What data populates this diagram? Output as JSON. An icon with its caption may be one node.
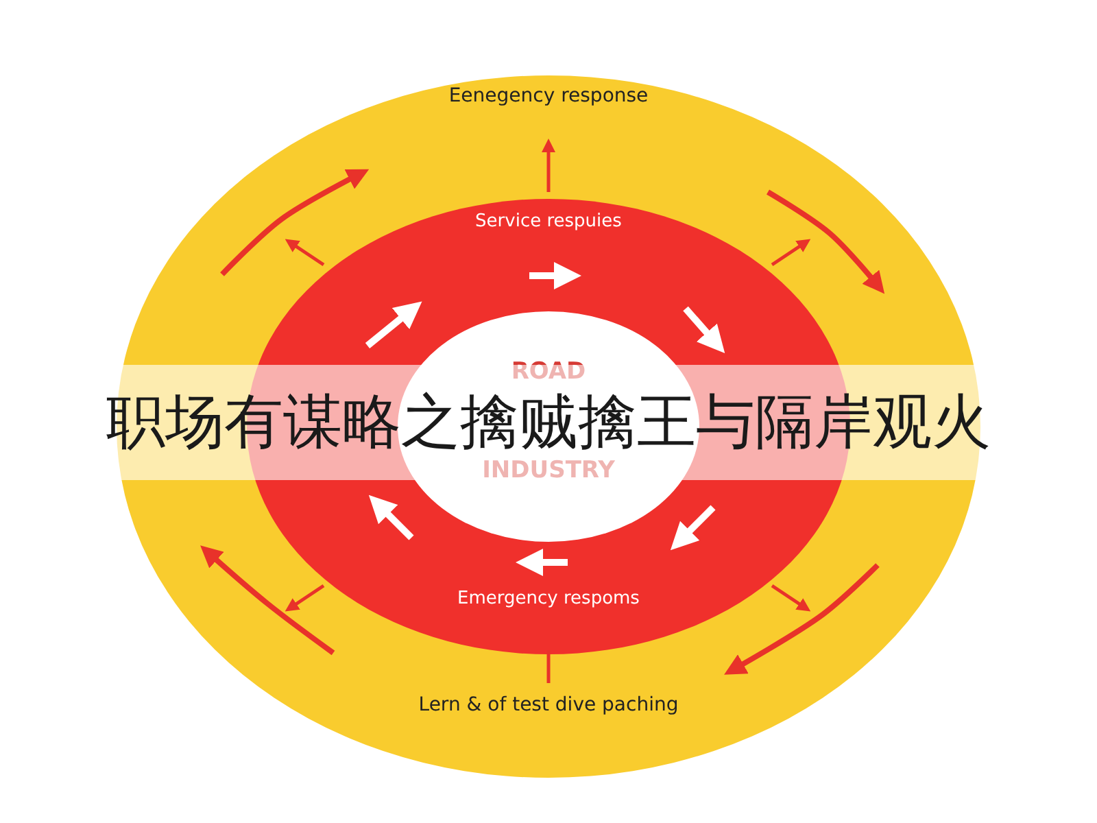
{
  "diagram": {
    "title": "职场有谋略之擒贼擒王与隔岸观火",
    "nodes": [
      {
        "text": [
          "Eenegency response",
          "Lern & of test dive paching"
        ]
      },
      {
        "text": [
          "Service respuies",
          "Emergency respoms"
        ],
        "in": 0
      },
      {
        "text": [
          "ROAD",
          "INDUSTRY"
        ],
        "in": 1
      }
    ]
  }
}
